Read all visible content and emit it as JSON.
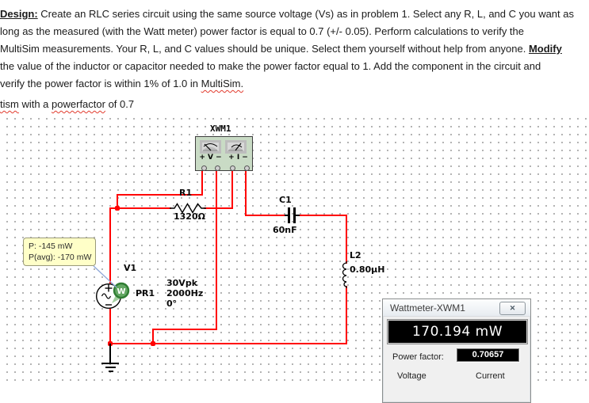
{
  "document": {
    "line1_label": "Design:",
    "line1_text": " Create an RLC series circuit using the same source voltage (Vs) as in problem 1. Select any R, L, and C you want as",
    "line2_text": "long as the measured (with the Watt meter) power factor is equal to 0.7 (+/- 0.05). Perform calculations to verify the",
    "line3_text": "MultiSim measurements. Your R, L, and C values should be unique. Select them yourself without help from anyone. ",
    "line3_bold": "Modify",
    "line4_text": "the value of the inductor or capacitor needed to make the power factor equal to 1. Add the component in the circuit and",
    "line5_text": "verify the power factor is within 1% of 1.0 in ",
    "line5_misspelled": "MultiSim.",
    "line6_part1": "tism",
    "line6_part2": " with a ",
    "line6_misspelled": "powerfactor",
    "line6_part3": " of 0.7"
  },
  "circuit": {
    "wattmeter_icon": {
      "label": "XWM1",
      "voltage_terminals": "+ V −",
      "current_terminals": "+ I −"
    },
    "resistor": {
      "ref": "R1",
      "value": "1320Ω"
    },
    "capacitor": {
      "ref": "C1",
      "value": "60nF"
    },
    "inductor": {
      "ref": "L2",
      "value": "0.80µH"
    },
    "source": {
      "ref": "V1",
      "amplitude": "30Vpk",
      "frequency": "2000Hz",
      "phase": "0°"
    },
    "probe": {
      "ref": "PR1",
      "glyph": "W"
    },
    "probe_readout": {
      "power": "P: -145 mW",
      "power_avg": "P(avg): -170 mW"
    }
  },
  "wattmeter_window": {
    "title": "Wattmeter-XWM1",
    "close_glyph": "✕",
    "power_reading": "170.194 mW",
    "power_factor_label": "Power factor:",
    "power_factor_value": "0.70657",
    "voltage_label": "Voltage",
    "current_label": "Current"
  },
  "colors": {
    "wire": "#ff0000",
    "instrument_green": "#c9dbc5",
    "annotation_yellow": "#ffffc8"
  }
}
